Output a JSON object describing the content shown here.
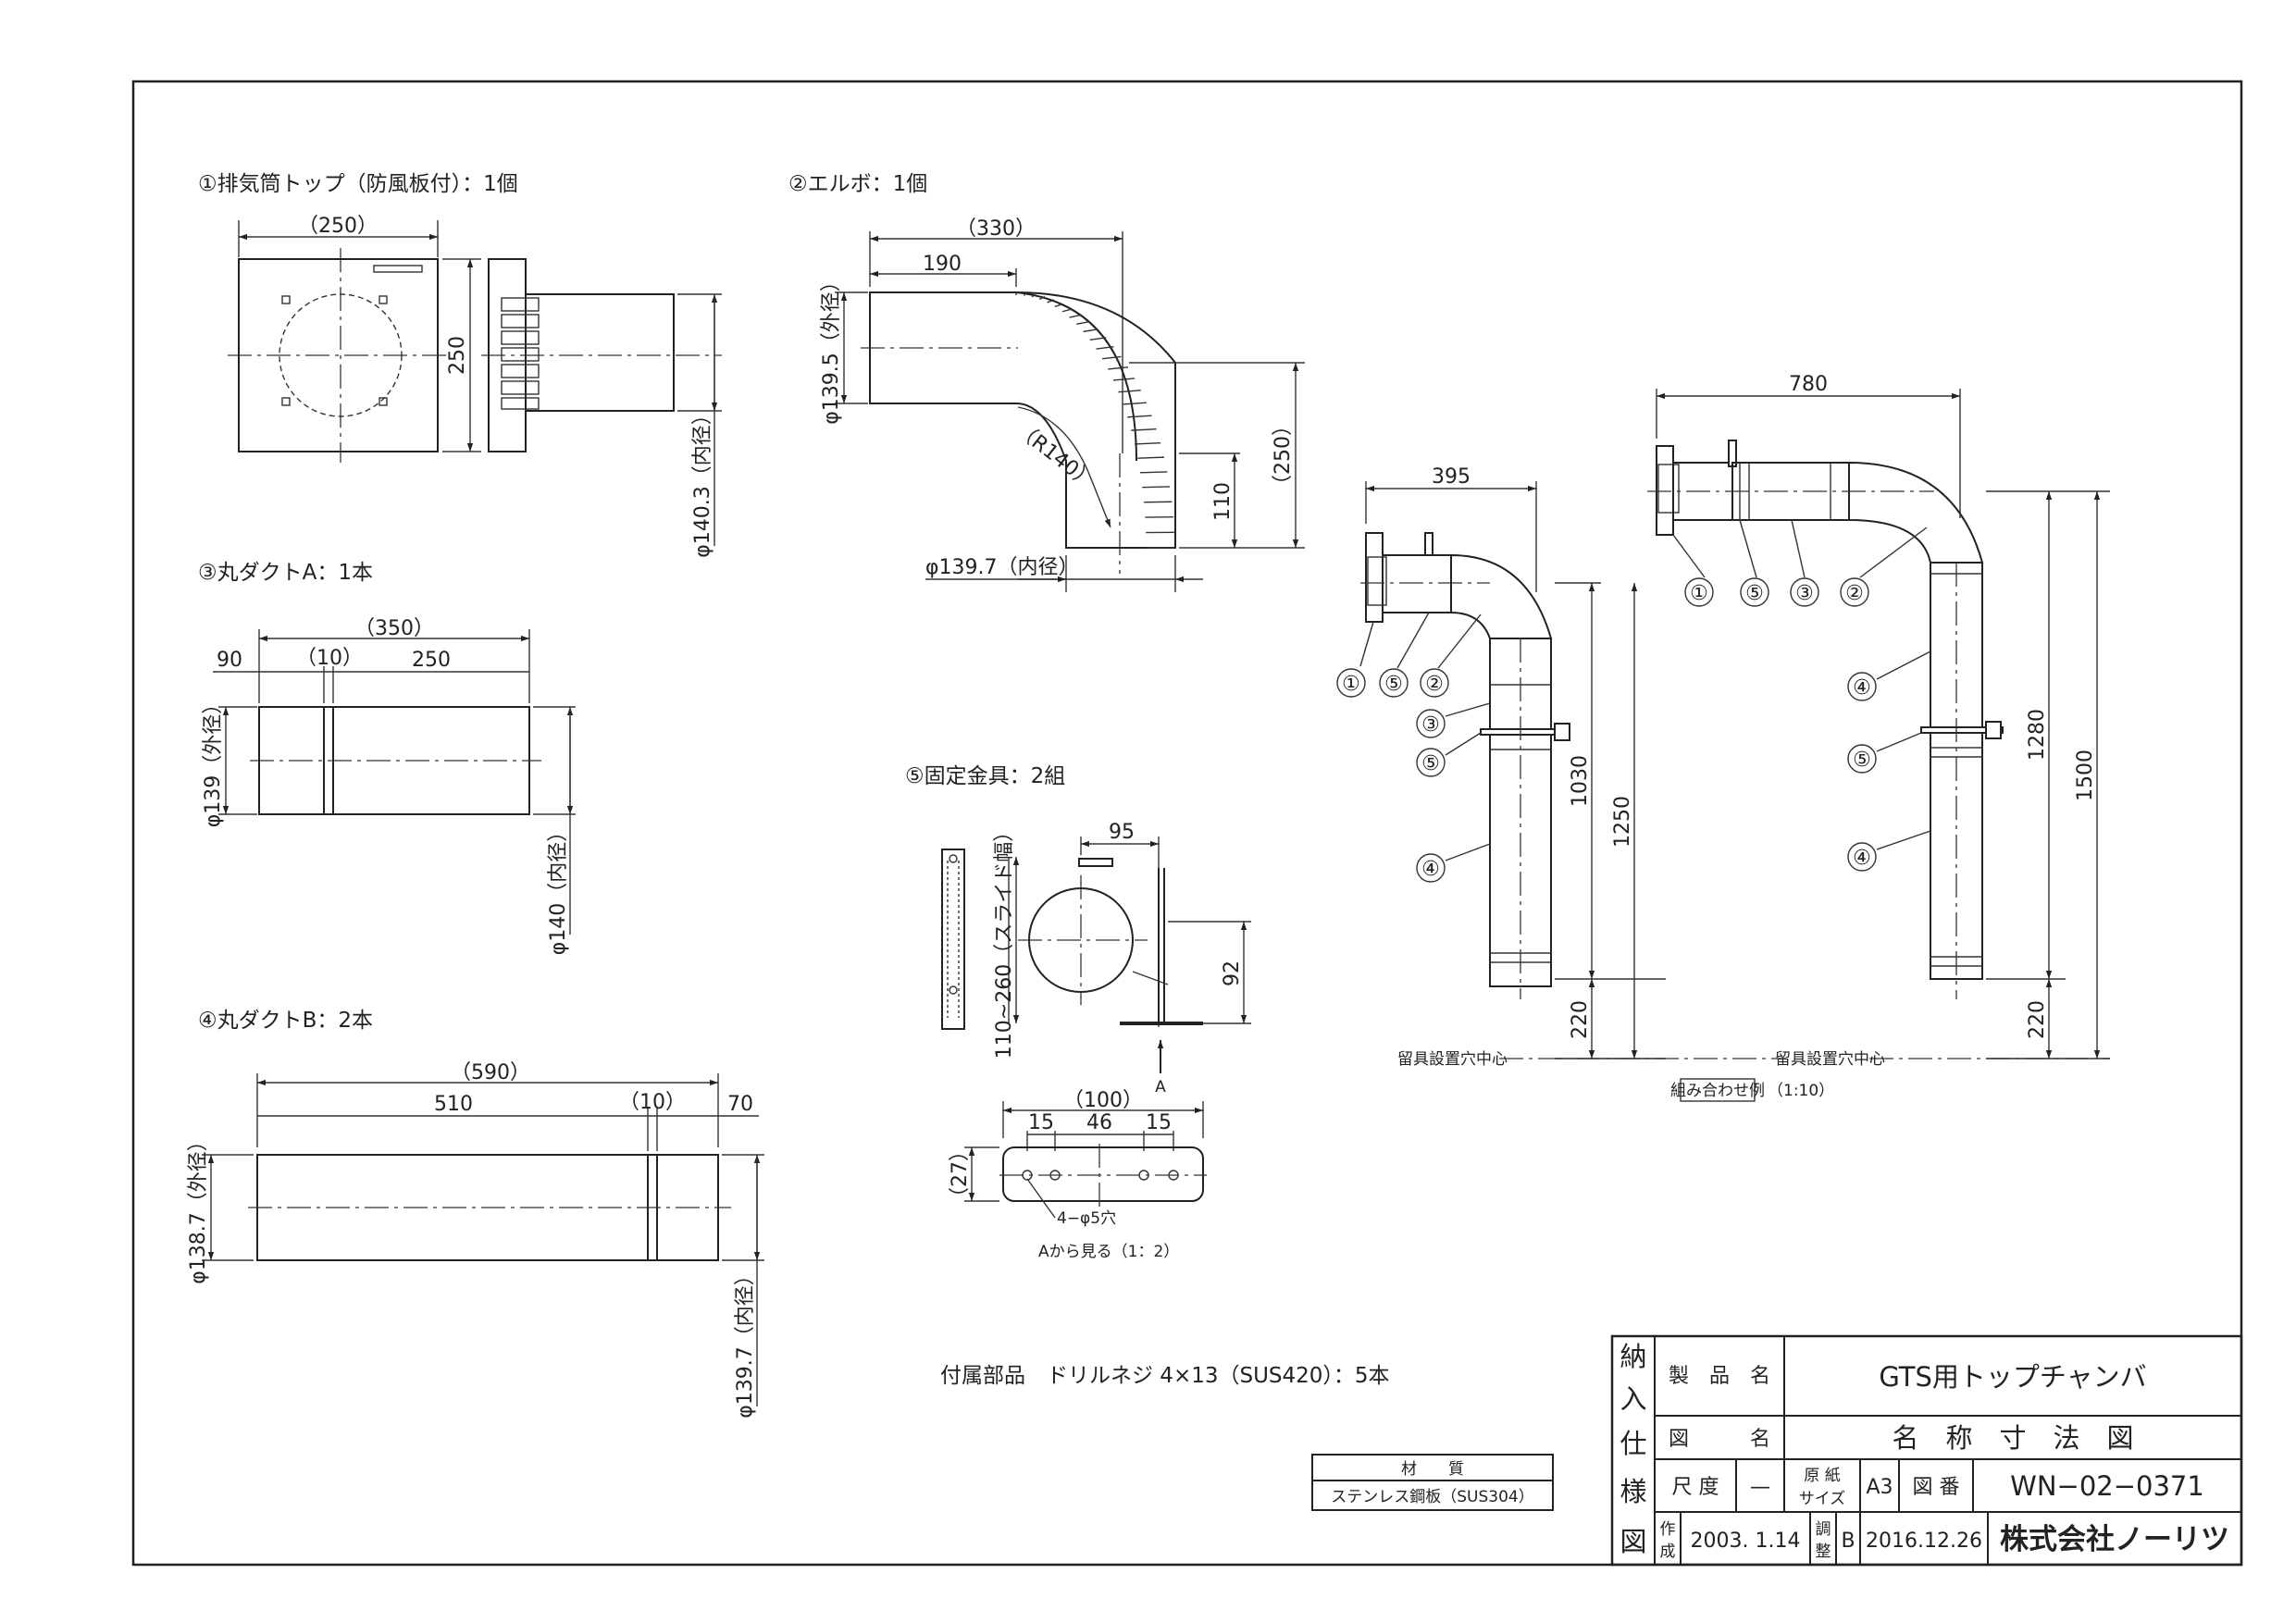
{
  "parts": {
    "p1": {
      "title": "①排気筒トップ（防風板付）：1個",
      "d_width": "（250）",
      "d_height": "250",
      "d_inner": "φ140.3（内径）"
    },
    "p2": {
      "title": "②エルボ：1個",
      "d_total": "（330）",
      "d_straight": "190",
      "d_outer": "φ139.5（外径）",
      "d_radius": "（R140）",
      "d_height": "（250）",
      "d_leg": "110",
      "d_inner": "φ139.7（内径）"
    },
    "p3": {
      "title": "③丸ダクトA：1本",
      "d_total": "（350）",
      "d_left": "90",
      "d_joint": "（10）",
      "d_right": "250",
      "d_outer": "φ139（外径）",
      "d_inner": "φ140（内径）"
    },
    "p4": {
      "title": "④丸ダクトB：2本",
      "d_total": "（590）",
      "d_main": "510",
      "d_joint": "（10）",
      "d_end": "70",
      "d_outer": "φ138.7（外径）",
      "d_inner": "φ139.7（内径）"
    },
    "p5": {
      "title": "⑤固定金具：2組",
      "d_offset": "95",
      "d_slide": "110~260（スライド幅）",
      "d_height": "92",
      "arrow_label": "A",
      "bd_total": "（100）",
      "bd_left": "15",
      "bd_mid": "46",
      "bd_right": "15",
      "bd_height": "（27）",
      "bd_holes": "4−φ5穴",
      "view_caption": "Aから見る（1：2）"
    }
  },
  "assembly": {
    "a_width": "395",
    "a_h1": "1030",
    "a_h2": "1250",
    "a_bottom": "220",
    "b_width": "780",
    "b_h1": "1280",
    "b_h2": "1500",
    "b_bottom": "220",
    "center_label_a": "留具設置穴中心",
    "center_label_b": "留具設置穴中心",
    "caption": "組み合わせ例",
    "scale": "（1:10）",
    "n1": "①",
    "n2": "②",
    "n3": "③",
    "n4": "④",
    "n5": "⑤"
  },
  "accessories": "付属部品　ドリルネジ 4×13（SUS420）：5本",
  "material": {
    "header": "材　　質",
    "value": "ステンレス鋼板（SUS304）"
  },
  "title_block": {
    "side": [
      "納",
      "入",
      "仕",
      "様",
      "図"
    ],
    "product_label": "製　品　名",
    "product_name": "GTS用トップチャンバ",
    "drawing_label": "図　　　名",
    "drawing_name": "名　称　寸　法　図",
    "scale_label": "尺 度",
    "scale_value": "—",
    "paper_label_1": "原 紙",
    "paper_label_2": "サイズ",
    "paper_value": "A3",
    "number_label": "図 番",
    "number_value": "WN−02−0371",
    "made_label_1": "作",
    "made_label_2": "成",
    "made_date": "2003. 1.14",
    "adj_label_1": "調",
    "adj_label_2": "整",
    "adj_rev": "B",
    "adj_date": "2016.12.26",
    "company": "株式会社ノーリツ"
  }
}
